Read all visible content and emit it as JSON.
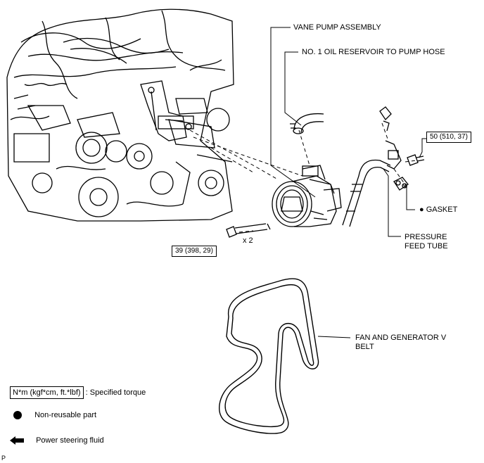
{
  "callouts": {
    "vane_pump": "VANE PUMP ASSEMBLY",
    "oil_hose": "NO. 1 OIL RESERVOIR TO PUMP HOSE",
    "gasket": "● GASKET",
    "pressure_feed_line1": "PRESSURE",
    "pressure_feed_line2": "FEED TUBE",
    "belt_line1": "FAN AND GENERATOR V",
    "belt_line2": "BELT",
    "qty": "x 2"
  },
  "torque": {
    "union_bolt": "50 (510, 37)",
    "pump_bolt": "39 (398, 29)"
  },
  "legend": {
    "torque_box": "N*m (kgf*cm, ft.*lbf)",
    "torque_desc": ": Specified torque",
    "nonreusable": "Non-reusable part",
    "fluid": "Power steering fluid"
  },
  "corner_code": "P"
}
